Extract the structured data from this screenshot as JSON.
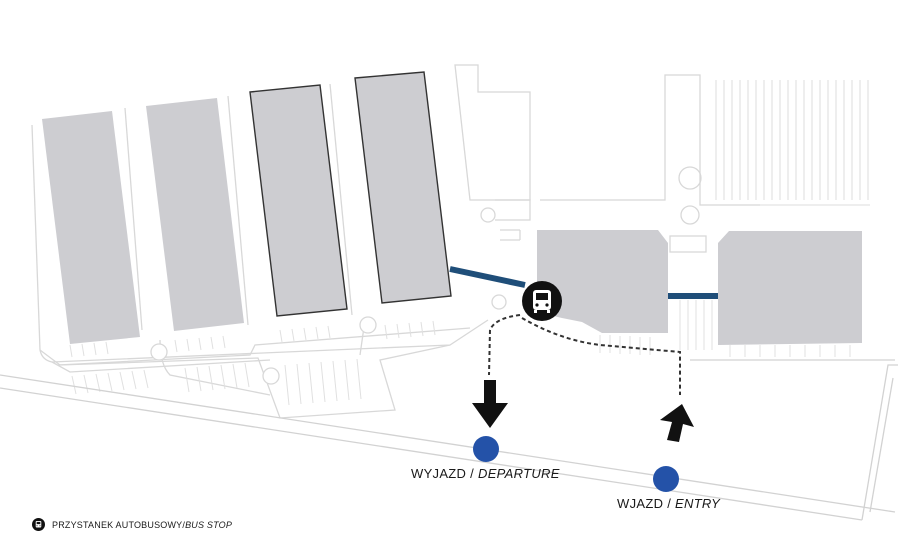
{
  "labels": {
    "departure_pl": "WYJAZD",
    "departure_sep": " / ",
    "departure_en": "DEPARTURE",
    "entry_pl": "WJAZD",
    "entry_sep": " / ",
    "entry_en": "ENTRY"
  },
  "legend": {
    "icon": "bus-icon",
    "text_pl": "PRZYSTANEK AUTOBUSOWY",
    "sep": " / ",
    "text_en": "BUS STOP"
  },
  "colors": {
    "building": "#cdcdd1",
    "outline": "#dadada",
    "walkway": "#1f4e79",
    "marker": "#2452a8",
    "arrow": "#111111",
    "bus_stop": "#111111"
  },
  "icons": {
    "bus_stop": "bus-icon",
    "arrows": "arrow-icon",
    "markers": "circle-marker"
  }
}
